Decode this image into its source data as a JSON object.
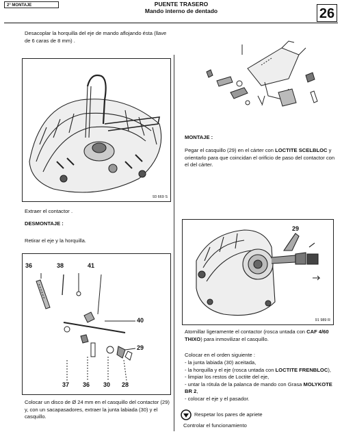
{
  "header": {
    "section": "2° MONTAJE",
    "title_line1": "PUENTE TRASERO",
    "title_line2": "Mando interno de dentado",
    "page_number": "26"
  },
  "left": {
    "intro": "Desacoplar la horquilla del eje de mando aflojando ésta (llave de 6 caras de 8 mm) .",
    "fig1_code": "93 669 S",
    "extraer": "Extraer el contactor .",
    "desmontaje_heading": "DESMONTAJE :",
    "retirar": "Retirar el eje y la horquilla.",
    "fig3_callouts_top": [
      "36",
      "38",
      "41"
    ],
    "fig3_callouts_bottom": [
      "37",
      "36",
      "30",
      "28"
    ],
    "fig3_callout_40": "40",
    "fig3_callout_29": "29",
    "bottom_text": "Colocar un disco de Ø 24 mm en el casquillo del contactor (29) y, con un sacapasadores, extraer la junta labiada (30) y el casquillo."
  },
  "right": {
    "montaje_heading": "MONTAJE :",
    "montaje_text_1": "Pegar el casquillo (29) en el cárter con ",
    "montaje_loctite": "LOCTITE SCELBLOC",
    "montaje_text_2": " y orientarlo para que coincidan el orificio de paso del contactor con el del cárter.",
    "fig4_callout": "29",
    "fig4_code": "91 989 R",
    "atornillar_1": "Atornillar ligeramente el contactor (rosca untada con ",
    "atornillar_caf": "CAF 4/60 THIXO",
    "atornillar_2": ") para inmovilizar el casquillo.",
    "colocar_heading": "Colocar en el orden siguiente :",
    "list": [
      {
        "plain": "- la junta labiada (30) aceitada,",
        "bold": ""
      },
      {
        "plain": "- la horquilla y el eje (rosca untada con ",
        "bold": "LOCTITE FRENBLOC",
        "tail": "),"
      },
      {
        "plain": "- limpiar los restos de Loctite del eje,",
        "bold": ""
      },
      {
        "plain": "- untar la rótula de la palanca de mando con Grasa ",
        "bold": "MOLYKOTE BR 2",
        "tail": ","
      },
      {
        "plain": "- colocar el eje y el pasador.",
        "bold": ""
      }
    ],
    "torque_text": "Respetar los pares de apriete",
    "control": "Controlar el funcionamiento"
  }
}
